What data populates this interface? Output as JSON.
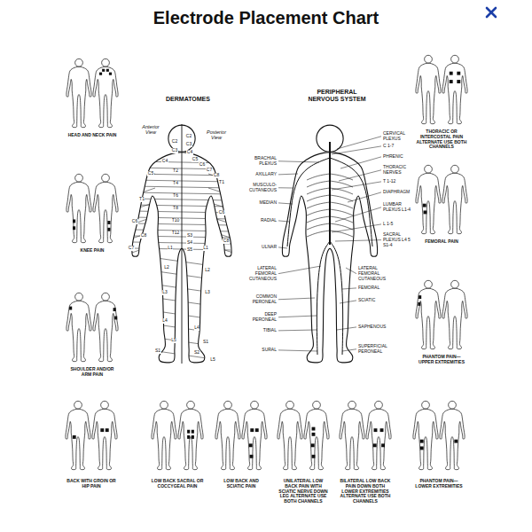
{
  "diagram": {
    "title": "Electrode Placement Chart",
    "labels": [
      "DERMATOMES",
      "PERIPHERAL NERVOUS SYSTEM",
      "Anterior View",
      "Posterior View",
      "C2",
      "C3",
      "C4",
      "T2",
      "T4",
      "T6",
      "T8",
      "T10",
      "T12",
      "C5",
      "T1",
      "C6",
      "C8",
      "C7",
      "L1",
      "L2",
      "L3",
      "L4",
      "L5",
      "S1",
      "C2",
      "C3",
      "C4",
      "C5",
      "C6",
      "C7",
      "C8",
      "T1",
      "S3",
      "S4",
      "S5",
      "C6",
      "C8",
      "L1",
      "L2",
      "L3",
      "L4",
      "S1",
      "S2",
      "L5",
      "BRACHIAL PLEXUS",
      "AXILLARY",
      "MUSCULO- CUTANEOUS",
      "MEDIAN",
      "RADIAL",
      "ULNAR",
      "LATERAL FEMORAL CUTANEOUS",
      "COMMON PERONEAL",
      "DEEP PERONEAL",
      "TIBIAL",
      "SURAL",
      "CERVICAL PLEXUS",
      "C 1-7",
      "PHRENIC",
      "THORACIC NERVES",
      "T 1-12",
      "DIAPHRAGM",
      "LUMBAR PLEXUS L1-4",
      "L 1-5",
      "SACRAL PLEXUS L4 5 S1-4",
      "LATERAL FEMORAL CUTANEOUS",
      "FEMORAL",
      "SCIATIC",
      "SAPHENOUS",
      "SUPERFICIAL PERONEAL",
      "HEAD AND NECK PAIN",
      "KNEE PAIN",
      "SHOULDER AND/OR ARM PAIN",
      "THORACIC OR INTERCOSTAL PAIN ALTERNATE USE BOTH CHANNELS",
      "FEMORAL PAIN",
      "PHANTOM PAIN— UPPER EXTREMITIES",
      "BACK WITH GROIN OR HIP PAIN",
      "LOW BACK SACRAL OR COCCYGEAL PAIN",
      "LOW BACK AND SCIATIC PAIN",
      "UNILATERAL LOW BACK PAIN WITH SCIATIC NERVE DOWN LEG ALTERNATE USE BOTH CHANNELS",
      "BILATERAL LOW BACK PAIN DOWN BOTH LOWER EXTREMITIES ALTERNATE USE BOTH CHANNELS",
      "PHANTOM PAIN— LOWER EXTREMITIES"
    ]
  }
}
